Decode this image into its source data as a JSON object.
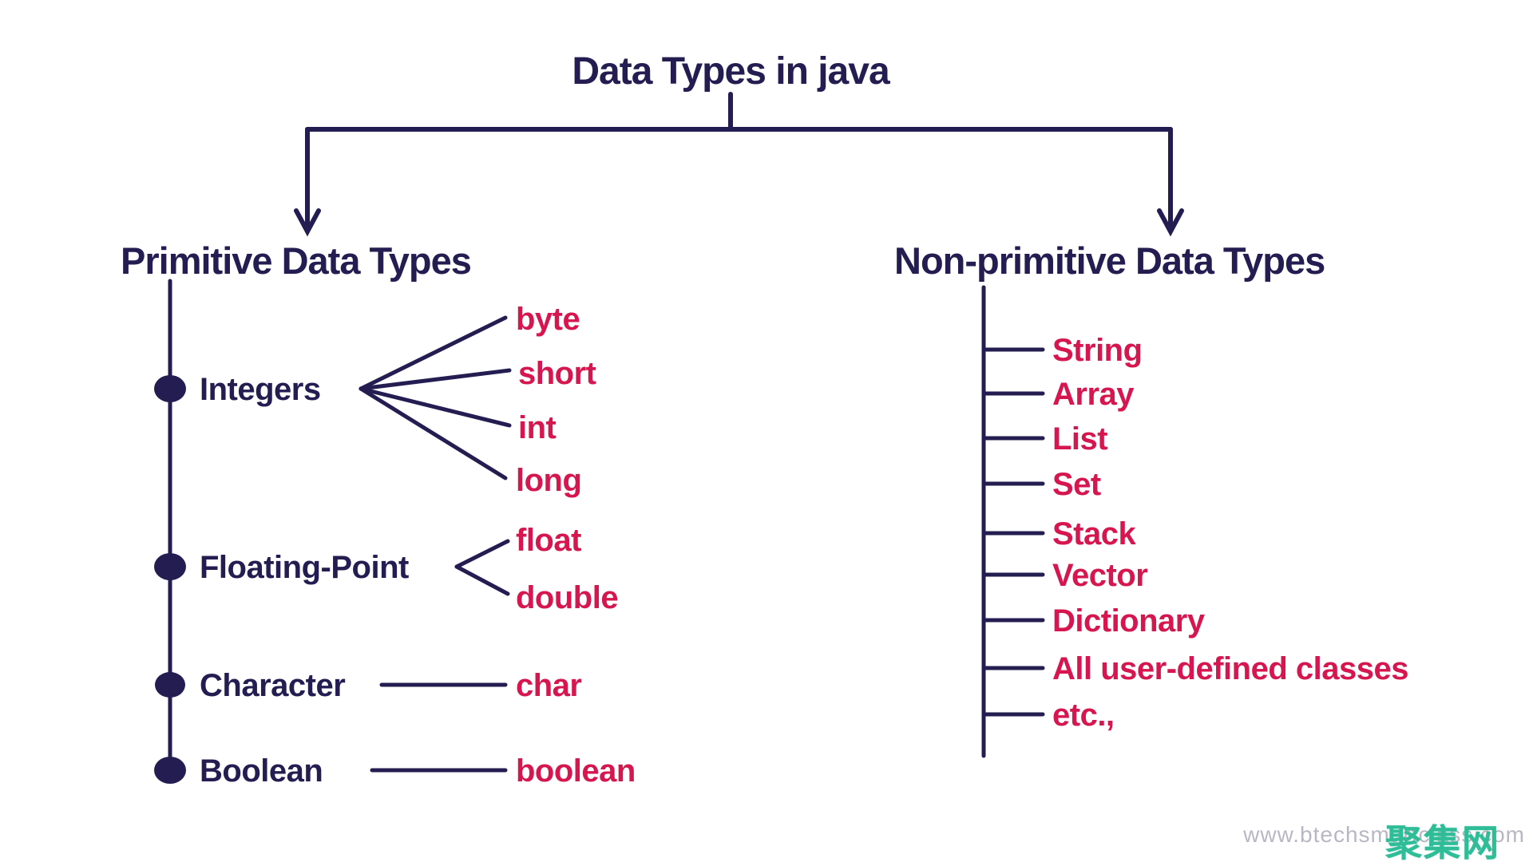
{
  "title": "Data Types in java",
  "colors": {
    "navy": "#231d52",
    "pink": "#d6164f",
    "watermark_gray": "#b9b7c3",
    "overlay_teal": "#2ebd97"
  },
  "left": {
    "heading": "Primitive Data Types",
    "items": [
      {
        "label": "Integers",
        "children": [
          "byte",
          "short",
          "int",
          "long"
        ]
      },
      {
        "label": "Floating-Point",
        "children": [
          "float",
          "double"
        ]
      },
      {
        "label": "Character",
        "children": [
          "char"
        ]
      },
      {
        "label": "Boolean",
        "children": [
          "boolean"
        ]
      }
    ]
  },
  "right": {
    "heading": "Non-primitive Data Types",
    "items": [
      "String",
      "Array",
      "List",
      "Set",
      "Stack",
      "Vector",
      "Dictionary",
      "All user-defined classes",
      "etc.,"
    ]
  },
  "watermark": "www.btechsmartclass.com",
  "overlay_badge": "聚集网"
}
